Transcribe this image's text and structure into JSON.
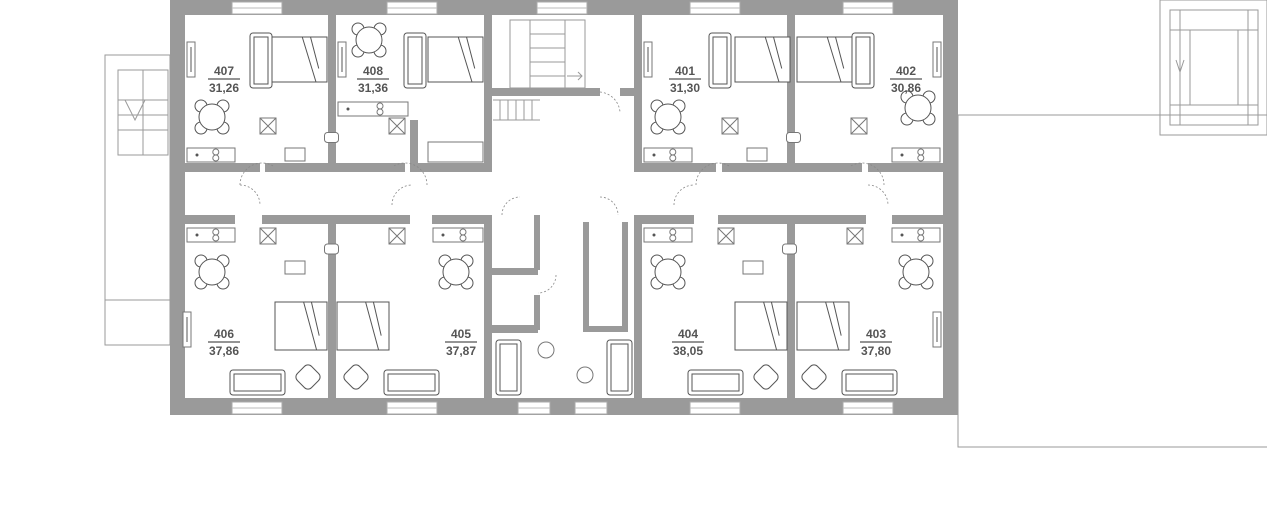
{
  "floor_plan": {
    "colors": {
      "wall": "#9a9a9a",
      "furniture_stroke": "#555555",
      "text": "#555555"
    },
    "units": [
      {
        "number": "407",
        "area": "31,26"
      },
      {
        "number": "408",
        "area": "31,36"
      },
      {
        "number": "401",
        "area": "31,30"
      },
      {
        "number": "402",
        "area": "30,86"
      },
      {
        "number": "406",
        "area": "37,86"
      },
      {
        "number": "405",
        "area": "37,87"
      },
      {
        "number": "404",
        "area": "38,05"
      },
      {
        "number": "403",
        "area": "37,80"
      }
    ]
  }
}
